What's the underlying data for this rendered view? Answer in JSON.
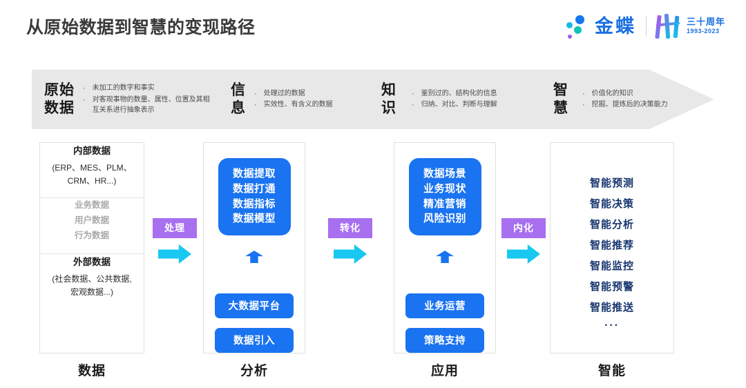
{
  "header": {
    "title": "从原始数据到智慧的变现路径",
    "brand_name": "金蝶",
    "anniversary_cn": "三十周年",
    "anniversary_years": "1993-2023"
  },
  "band": {
    "stages": [
      {
        "name": "原始\n数据",
        "bullets": [
          "未加工的数字和事实",
          "对客观事物的数量、属性、位置及其相互关系进行抽象表示"
        ]
      },
      {
        "name": "信\n息",
        "bullets": [
          "处理过的数据",
          "实效性、有含义的数据"
        ]
      },
      {
        "name": "知\n识",
        "bullets": [
          "鉴别过的、结构化的信息",
          "归纳、对比、判断与理解"
        ]
      },
      {
        "name": "智\n慧",
        "bullets": [
          "价值化的知识",
          "挖掘、提炼后的决策能力"
        ]
      }
    ],
    "bullet_glyph": "·"
  },
  "columns": {
    "data": {
      "label": "数据",
      "internal_title": "内部数据",
      "internal_sub": "(ERP、MES、PLM、\nCRM、HR...)",
      "gray_items": [
        "业务数据",
        "用户数据",
        "行为数据"
      ],
      "external_title": "外部数据",
      "external_sub": "(社会数据、公共数据,\n宏观数据...)"
    },
    "analysis": {
      "label": "分析",
      "main_box": "数据提取\n数据打通\n数据指标\n数据模型",
      "pills": [
        "大数据平台",
        "数据引入"
      ]
    },
    "application": {
      "label": "应用",
      "main_box": "数据场景\n业务现状\n精准营销\n风险识别",
      "pills": [
        "业务运营",
        "策略支持"
      ]
    },
    "intelligence": {
      "label": "智能",
      "items": [
        "智能预测",
        "智能决策",
        "智能分析",
        "智能推荐",
        "智能监控",
        "智能预警",
        "智能推送"
      ],
      "ellipsis": "···"
    }
  },
  "connectors": [
    {
      "label": "处理"
    },
    {
      "label": "转化"
    },
    {
      "label": "内化"
    }
  ],
  "colors": {
    "brand_blue": "#1a6fe0",
    "box_blue": "#1a73f0",
    "badge_purple": "#a86ff0",
    "arrow_cyan": "#18c8f0",
    "band_gray": "#e8e8e8",
    "navy_text": "#16356e"
  }
}
